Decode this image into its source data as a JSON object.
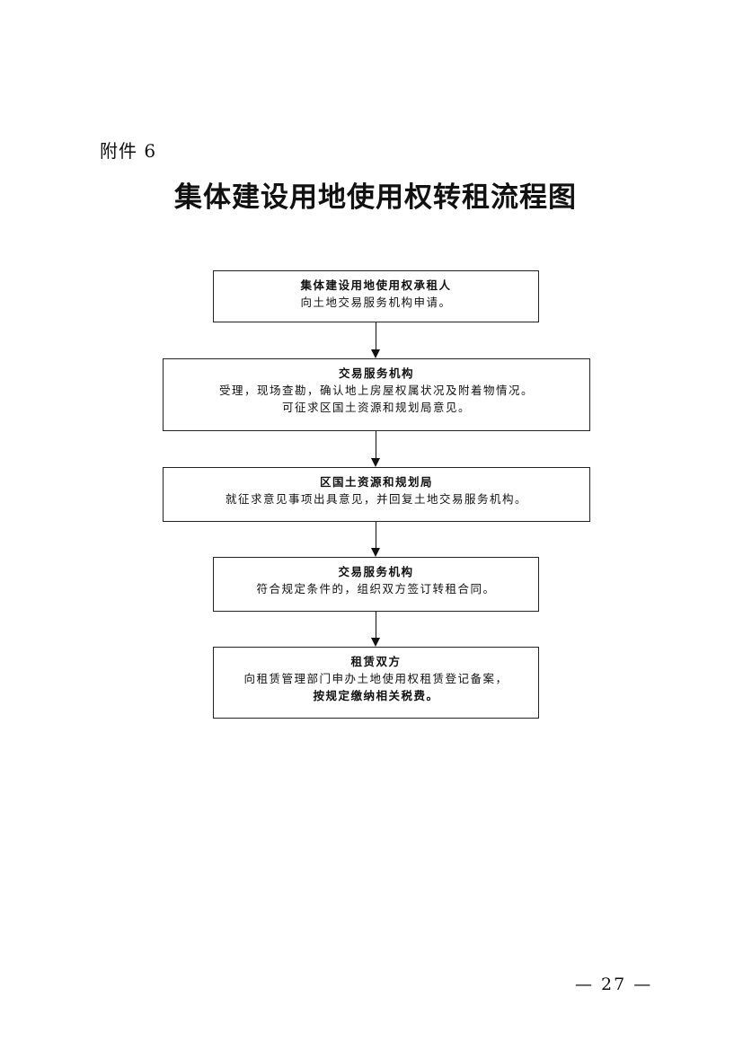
{
  "attachment_label": "附件 6",
  "title": "集体建设用地使用权转租流程图",
  "steps": [
    {
      "heading": "集体建设用地使用权承租人",
      "lines": [
        "向土地交易服务机构申请。"
      ]
    },
    {
      "heading": "交易服务机构",
      "lines": [
        "受理，现场查勘，确认地上房屋权属状况及附着物情况。",
        "可征求区国土资源和规划局意见。"
      ]
    },
    {
      "heading": "区国土资源和规划局",
      "lines": [
        "就征求意见事项出具意见，并回复土地交易服务机构。"
      ]
    },
    {
      "heading": "交易服务机构",
      "lines": [
        "符合规定条件的，组织双方签订转租合同。"
      ]
    },
    {
      "heading": "租赁双方",
      "lines": [
        "向租赁管理部门申办土地使用权租赁登记备案，",
        "按规定缴纳相关税费。"
      ]
    }
  ],
  "page_number": "— 27 —"
}
